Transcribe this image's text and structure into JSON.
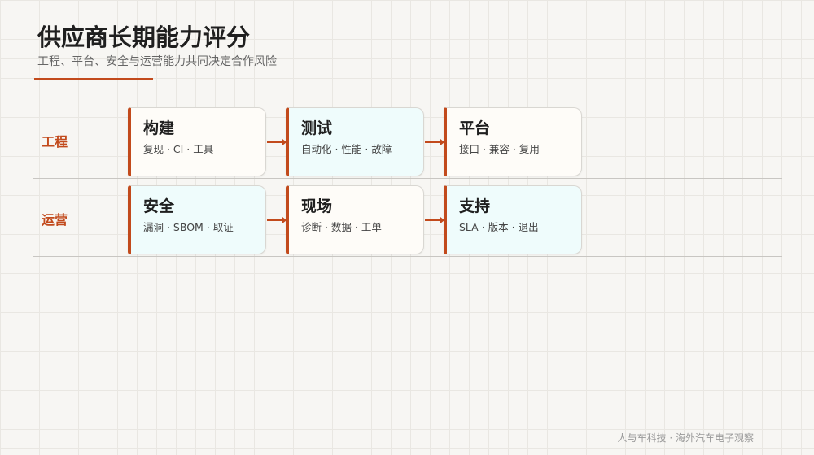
{
  "header": {
    "title": "供应商长期能力评分",
    "subtitle": "工程、平台、安全与运营能力共同决定合作风险"
  },
  "lanes": [
    {
      "label": "工程",
      "cards": [
        {
          "title": "构建",
          "desc": "复现 · CI · 工具"
        },
        {
          "title": "测试",
          "desc": "自动化 · 性能 · 故障"
        },
        {
          "title": "平台",
          "desc": "接口 · 兼容 · 复用"
        }
      ]
    },
    {
      "label": "运营",
      "cards": [
        {
          "title": "安全",
          "desc": "漏洞 · SBOM · 取证"
        },
        {
          "title": "现场",
          "desc": "诊断 · 数据 · 工单"
        },
        {
          "title": "支持",
          "desc": "SLA · 版本 · 退出"
        }
      ]
    }
  ],
  "footer": {
    "credit": "人与车科技 · 海外汽车电子观察"
  },
  "colors": {
    "accent": "#c24a1c",
    "card_warm": "#fefcf8",
    "card_mint": "#effcfc"
  }
}
